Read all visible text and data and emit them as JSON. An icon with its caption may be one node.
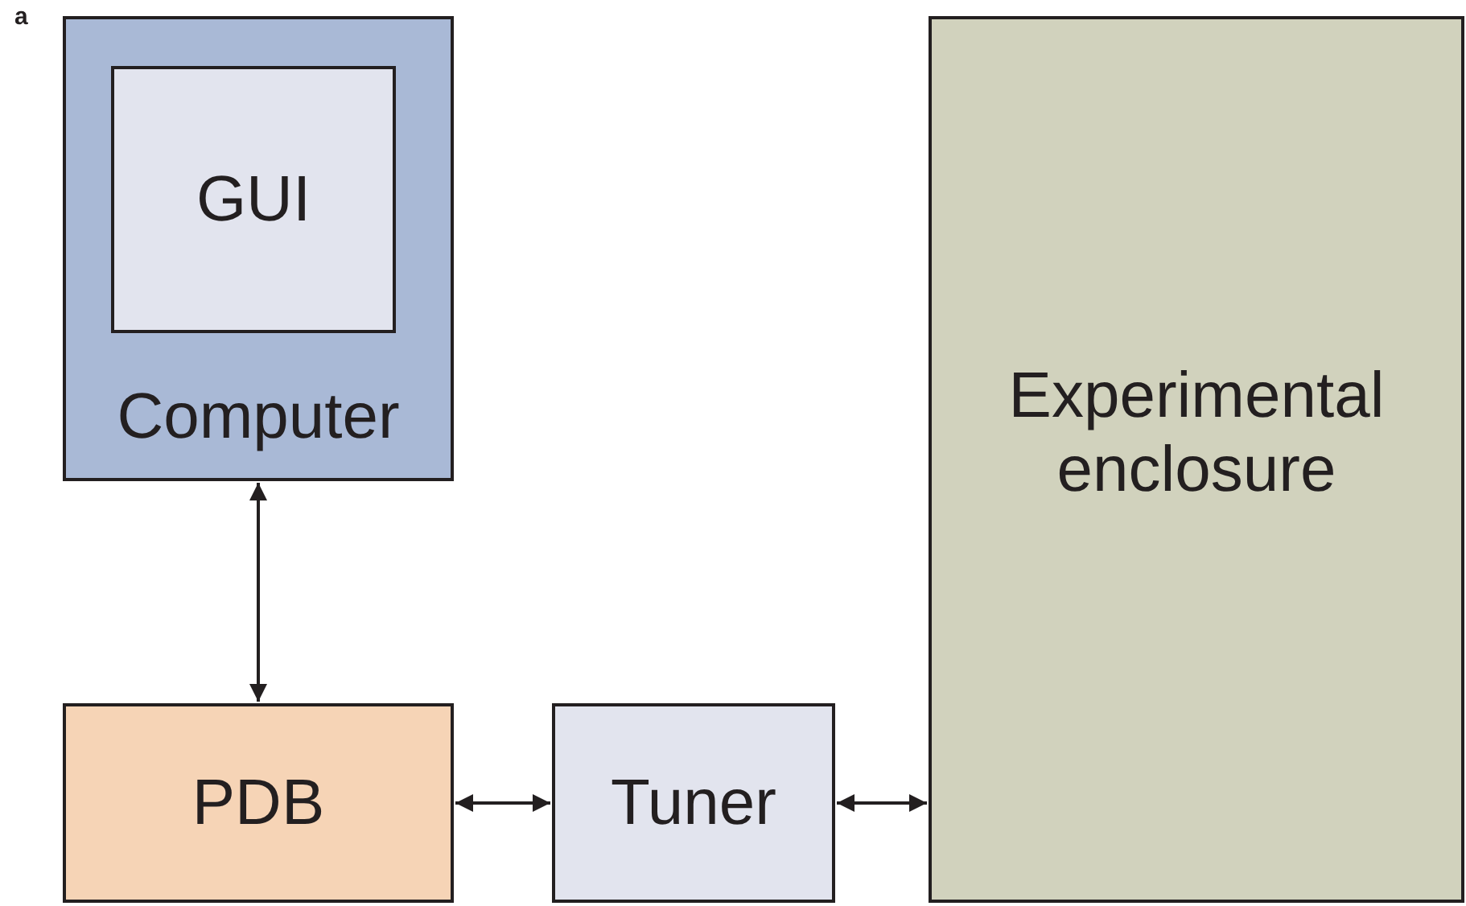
{
  "diagram": {
    "nodes": [
      {
        "text": [
          "Computer"
        ]
      },
      {
        "text": [
          "GUI"
        ],
        "in": 0
      },
      {
        "text": [
          "PDB"
        ]
      },
      {
        "text": [
          "Tuner"
        ]
      },
      {
        "text": [
          "Experimental enclosure"
        ]
      }
    ],
    "edges": [
      {
        "from": 0,
        "to": 2,
        "arrow": "both"
      },
      {
        "from": 2,
        "to": 3,
        "arrow": "both"
      },
      {
        "from": 3,
        "to": 4,
        "arrow": "both"
      }
    ],
    "labels": [
      "a"
    ]
  }
}
